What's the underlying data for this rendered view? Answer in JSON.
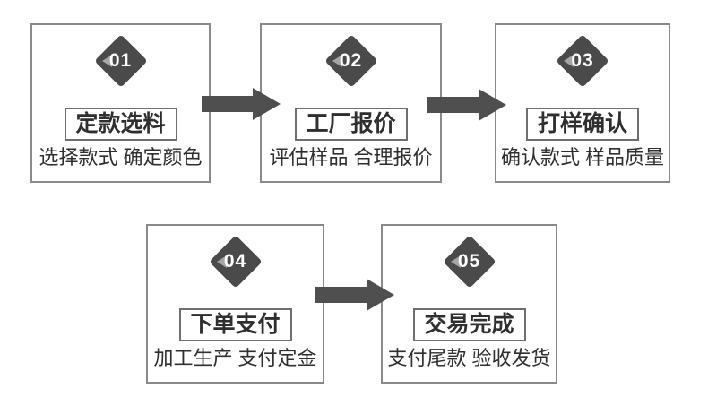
{
  "colors": {
    "background": "#ffffff",
    "box_border": "#8a8a8a",
    "title_border": "#6f6f6f",
    "diamond_fill": "#4a4a4a",
    "diamond_wedge": "#a6a6a6",
    "arrow_fill": "#4f4f4f",
    "text": "#2f2f2f",
    "number_text": "#ffffff"
  },
  "steps": [
    {
      "number": "01",
      "title": "定款选料",
      "subtitle": "选择款式 确定颜色"
    },
    {
      "number": "02",
      "title": "工厂报价",
      "subtitle": "评估样品 合理报价"
    },
    {
      "number": "03",
      "title": "打样确认",
      "subtitle": "确认款式 样品质量"
    },
    {
      "number": "04",
      "title": "下单支付",
      "subtitle": "加工生产 支付定金"
    },
    {
      "number": "05",
      "title": "交易完成",
      "subtitle": "支付尾款 验收发货"
    }
  ],
  "flow": {
    "connector_count": 3,
    "connector_direction": "right"
  }
}
